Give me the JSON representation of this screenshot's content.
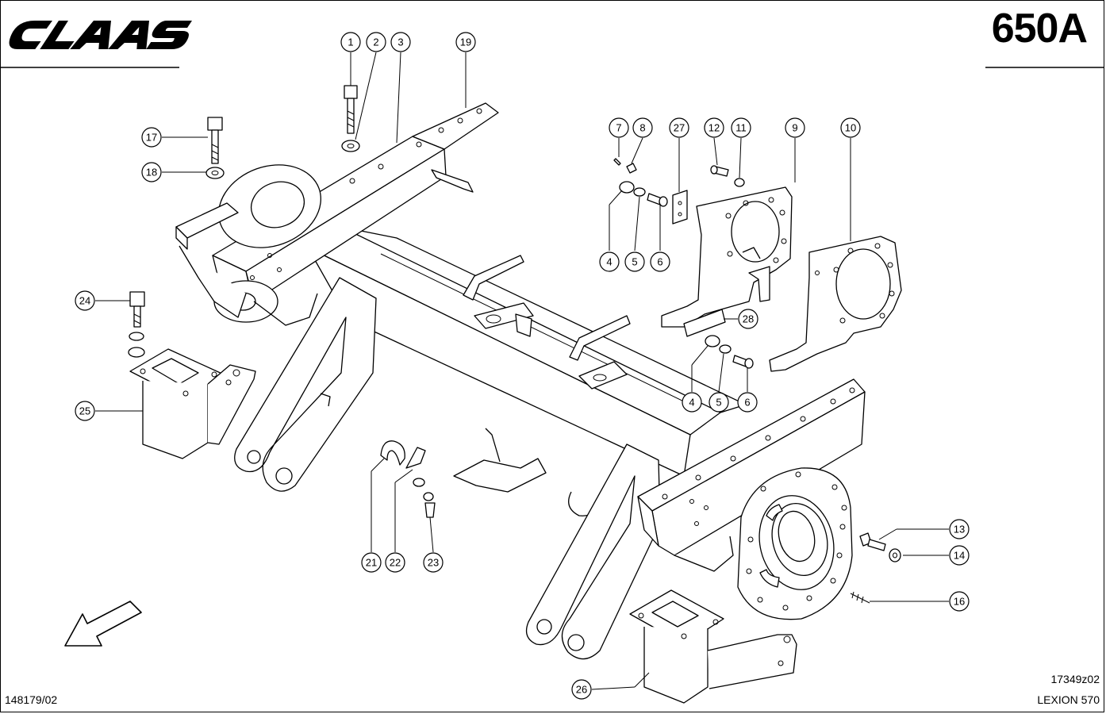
{
  "header": {
    "brand": "CLAAS",
    "page_number": "650A"
  },
  "footer": {
    "doc_number": "148179/02",
    "ref_code": "17349z02",
    "model": "LEXION 570"
  },
  "callouts": [
    {
      "id": "c1",
      "label": "1"
    },
    {
      "id": "c2",
      "label": "2"
    },
    {
      "id": "c3",
      "label": "3"
    },
    {
      "id": "c19",
      "label": "19"
    },
    {
      "id": "c17",
      "label": "17"
    },
    {
      "id": "c18",
      "label": "18"
    },
    {
      "id": "c24",
      "label": "24"
    },
    {
      "id": "c25",
      "label": "25"
    },
    {
      "id": "c7",
      "label": "7"
    },
    {
      "id": "c8",
      "label": "8"
    },
    {
      "id": "c27",
      "label": "27"
    },
    {
      "id": "c12",
      "label": "12"
    },
    {
      "id": "c11",
      "label": "11"
    },
    {
      "id": "c9",
      "label": "9"
    },
    {
      "id": "c10",
      "label": "10"
    },
    {
      "id": "c4a",
      "label": "4"
    },
    {
      "id": "c5a",
      "label": "5"
    },
    {
      "id": "c6a",
      "label": "6"
    },
    {
      "id": "c28",
      "label": "28"
    },
    {
      "id": "c4b",
      "label": "4"
    },
    {
      "id": "c5b",
      "label": "5"
    },
    {
      "id": "c6b",
      "label": "6"
    },
    {
      "id": "c21",
      "label": "21"
    },
    {
      "id": "c22",
      "label": "22"
    },
    {
      "id": "c23",
      "label": "23"
    },
    {
      "id": "c13",
      "label": "13"
    },
    {
      "id": "c14",
      "label": "14"
    },
    {
      "id": "c16",
      "label": "16"
    },
    {
      "id": "c26",
      "label": "26"
    }
  ],
  "colors": {
    "ink": "#000000",
    "paper": "#ffffff"
  }
}
